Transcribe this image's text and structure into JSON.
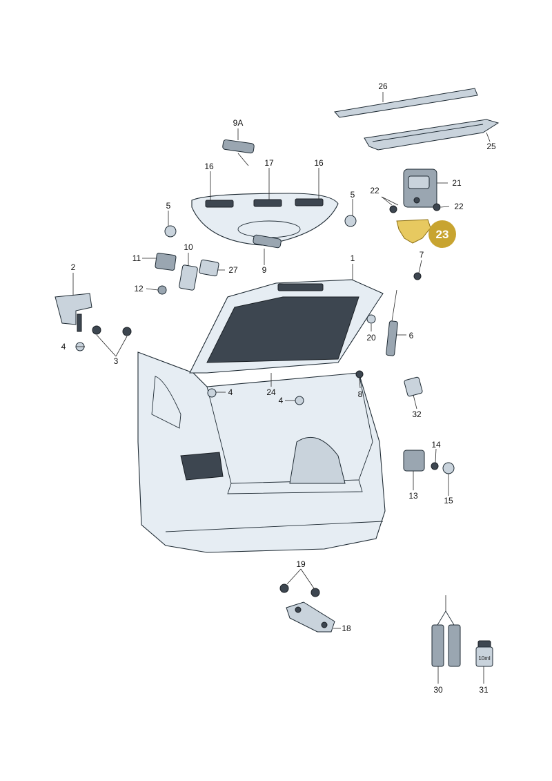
{
  "labels": {
    "l1": "1",
    "l2": "2",
    "l3": "3",
    "l4a": "4",
    "l4b": "4",
    "l4c": "4",
    "l5a": "5",
    "l5b": "5",
    "l6": "6",
    "l7": "7",
    "l8": "8",
    "l9": "9",
    "l9a": "9A",
    "l10": "10",
    "l11": "11",
    "l12": "12",
    "l13": "13",
    "l14": "14",
    "l15": "15",
    "l16a": "16",
    "l16b": "16",
    "l17": "17",
    "l18": "18",
    "l19": "19",
    "l20": "20",
    "l21": "21",
    "l22a": "22",
    "l22b": "22",
    "l23": "23",
    "l24": "24",
    "l25": "25",
    "l26": "26",
    "l27": "27",
    "l30": "30",
    "l31": "31",
    "l32": "32"
  },
  "bottle_label": "10ml",
  "highlight_color": "#c8a430",
  "highlight_fill": "#e7c960"
}
